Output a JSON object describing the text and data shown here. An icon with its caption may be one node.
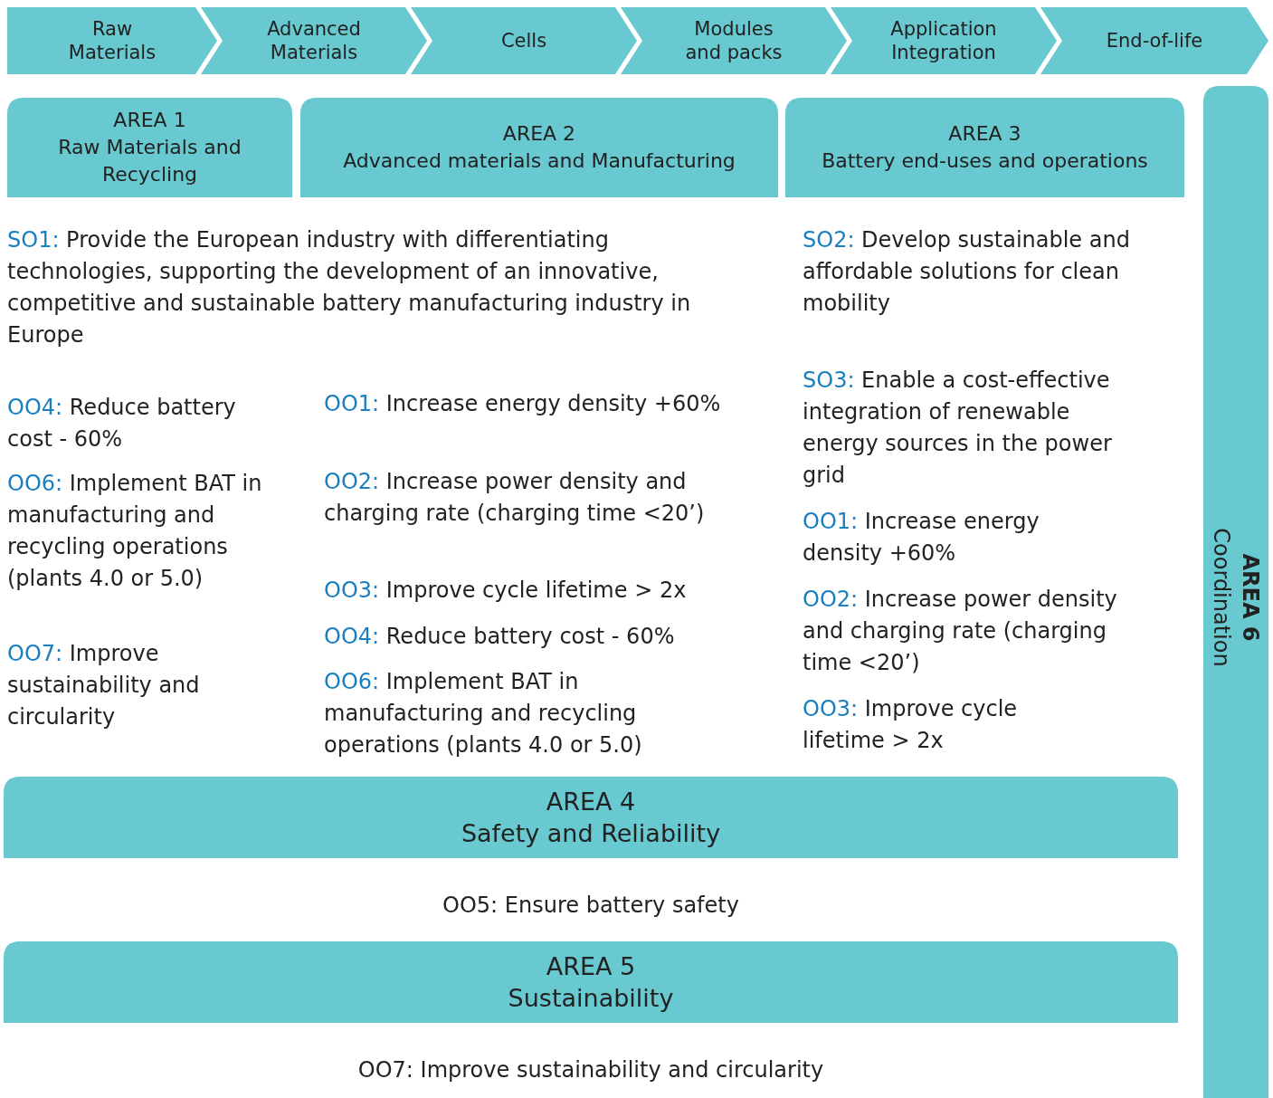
{
  "diagram": {
    "nodes": [
      {
        "text": [
          "Raw Materials"
        ]
      },
      {
        "text": [
          "Advanced Materials"
        ]
      },
      {
        "text": [
          "Cells"
        ]
      },
      {
        "text": [
          "Modules and packs"
        ]
      },
      {
        "text": [
          "Application Integration"
        ]
      },
      {
        "text": [
          "End-of-life"
        ]
      },
      {
        "text": [
          "AREA 1",
          "Raw Materials and Recycling"
        ]
      },
      {
        "text": [
          "AREA 2",
          "Advanced materials and Manufacturing"
        ]
      },
      {
        "text": [
          "AREA 3",
          "Battery end-uses and operations"
        ]
      },
      {
        "text": [
          "AREA 6",
          "Coordination"
        ]
      },
      {
        "text": [
          "AREA 4",
          "Safety and Reliability"
        ],
        "beside": [
          "OO5: Ensure battery safety"
        ]
      },
      {
        "text": [
          "AREA 5",
          "Sustainability"
        ],
        "beside": [
          "OO7: Improve sustainability and circularity"
        ]
      }
    ],
    "edges": [],
    "labels": [
      "SO1: Provide the European industry with differentiating technologies, supporting the development of an innovative, competitive and sustainable battery manufacturing industry in Europe",
      "SO2: Develop sustainable and affordable solutions for clean mobility",
      "SO3: Enable a cost-effective integration of renewable energy sources in the power grid",
      "OO4: Reduce battery cost - 60%",
      "OO6: Implement BAT in manufacturing and recycling operations (plants 4.0 or 5.0)",
      "OO7: Improve sustainability and circularity",
      "OO1: Increase energy density +60%",
      "OO2: Increase power density and charging rate (charging time <20’)",
      "OO3: Improve cycle lifetime > 2x",
      "OO4: Reduce battery cost - 60%",
      "OO6: Implement BAT in manufacturing and recycling operations (plants 4.0 or 5.0)",
      "OO1: Increase energy density +60%",
      "OO2: Increase power density and charging rate (charging time <20’)",
      "OO3: Improve cycle lifetime > 2x"
    ]
  }
}
